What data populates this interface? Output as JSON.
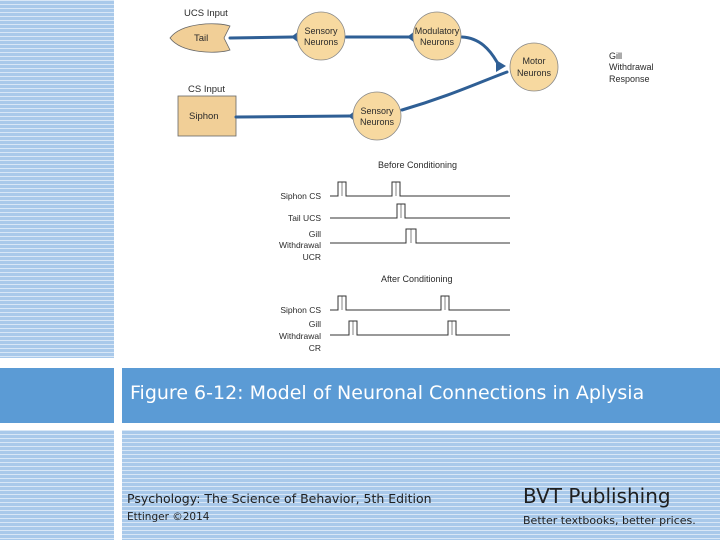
{
  "figure": {
    "ucs_input_label": "UCS Input",
    "tail_label": "Tail",
    "cs_input_label": "CS Input",
    "siphon_label": "Siphon",
    "sensory_line1": "Sensory",
    "sensory_line2": "Neurons",
    "modulatory_line1": "Modulatory",
    "modulatory_line2": "Neurons",
    "motor_line1": "Motor",
    "motor_line2": "Neurons",
    "response_line1": "Gill",
    "response_line2": "Withdrawal",
    "response_line3": "Response",
    "before_title": "Before Conditioning",
    "after_title": "After Conditioning",
    "siphon_cs": "Siphon CS",
    "tail_ucs": "Tail UCS",
    "gill_line1": "Gill",
    "withdrawal_line2": "Withdrawal",
    "ucr_line3": "UCR",
    "cr_line3": "CR"
  },
  "caption": "Figure 6-12: Model of Neuronal Connections in Aplysia",
  "footer": {
    "book_title": "Psychology: The Science of Behavior, 5th Edition",
    "author": "Ettinger ©2014",
    "publisher": "BVT Publishing",
    "tagline": "Better textbooks, better prices."
  },
  "colors": {
    "accent_blue": "#5b9bd5",
    "stripe_blue": "#a9c9ea",
    "neuron_fill": "#f7d9a0",
    "axon_blue": "#2f5f95",
    "siphon_fill": "#f1cf97"
  }
}
